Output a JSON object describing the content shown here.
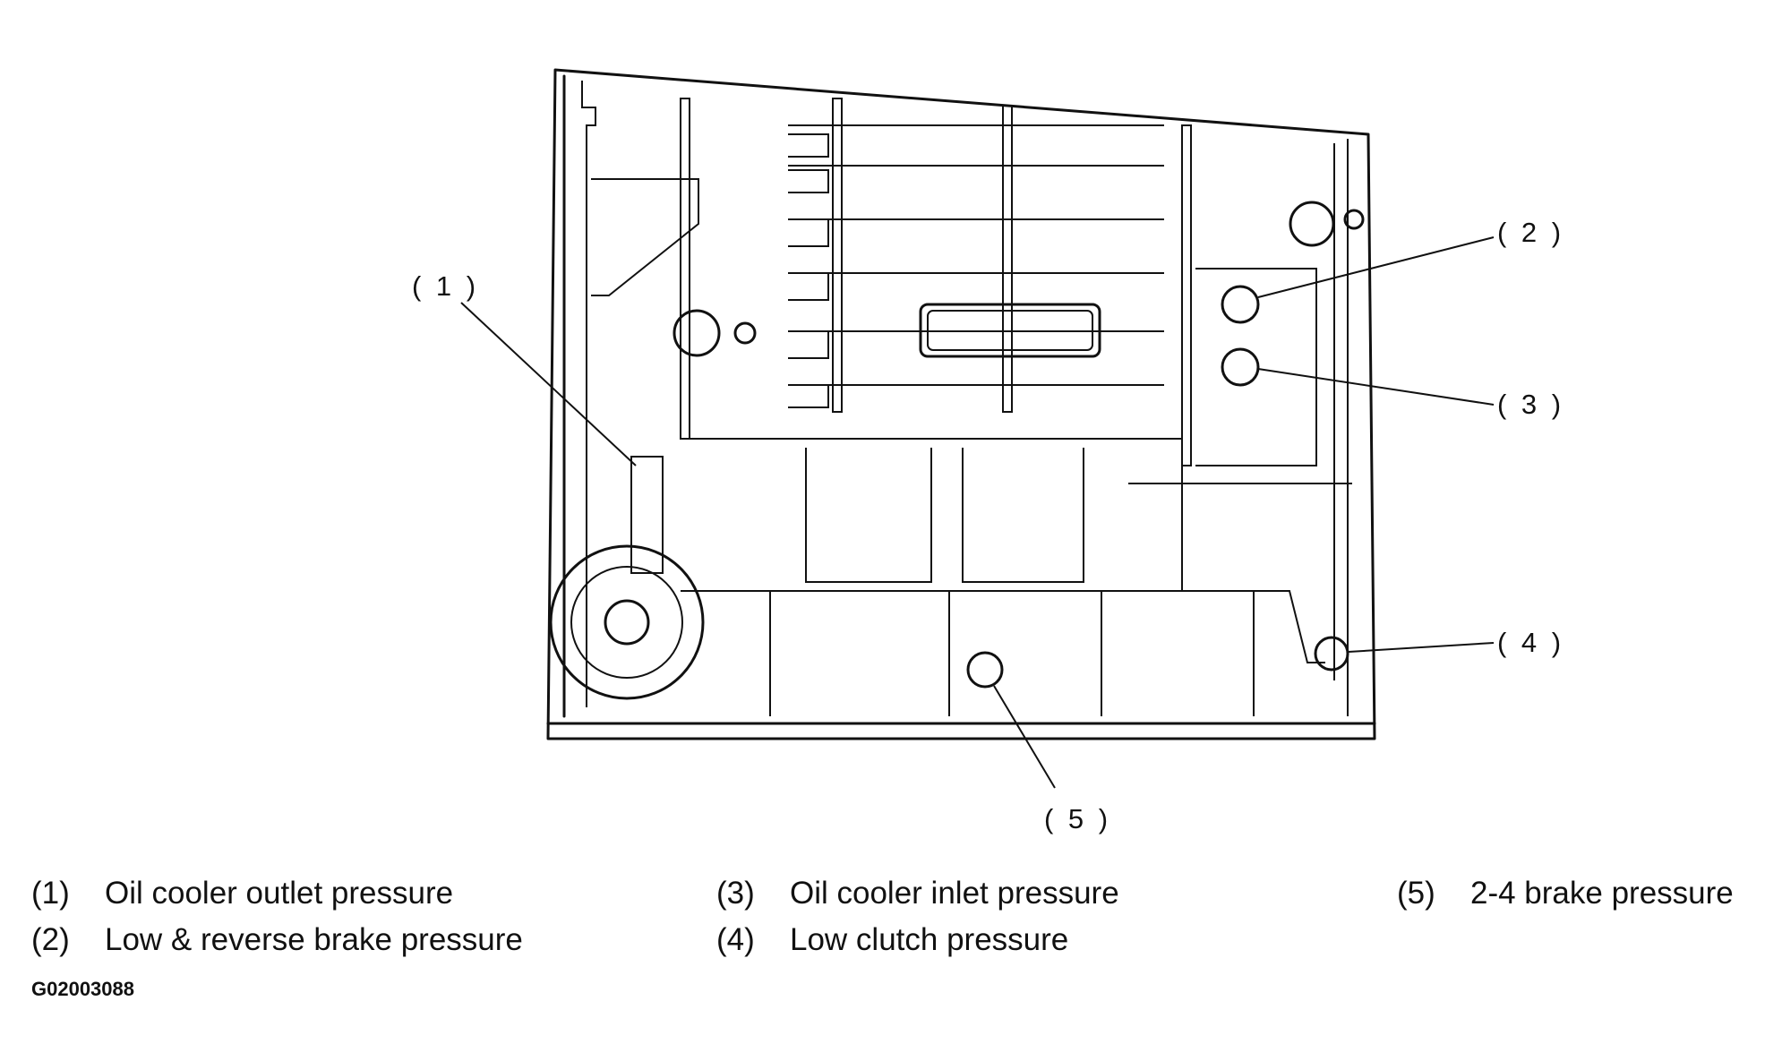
{
  "callouts": [
    {
      "label": "( 1 )"
    },
    {
      "label": "( 2 )"
    },
    {
      "label": "( 3 )"
    },
    {
      "label": "( 4 )"
    },
    {
      "label": "( 5 )"
    }
  ],
  "legend": [
    {
      "num": "(1)",
      "text": "Oil cooler outlet pressure"
    },
    {
      "num": "(2)",
      "text": "Low & reverse brake pressure"
    },
    {
      "num": "(3)",
      "text": "Oil cooler inlet pressure"
    },
    {
      "num": "(4)",
      "text": "Low clutch pressure"
    },
    {
      "num": "(5)",
      "text": "2-4 brake pressure"
    }
  ],
  "figure_id": "G02003088",
  "colors": {
    "ink": "#111111",
    "background": "#ffffff"
  }
}
